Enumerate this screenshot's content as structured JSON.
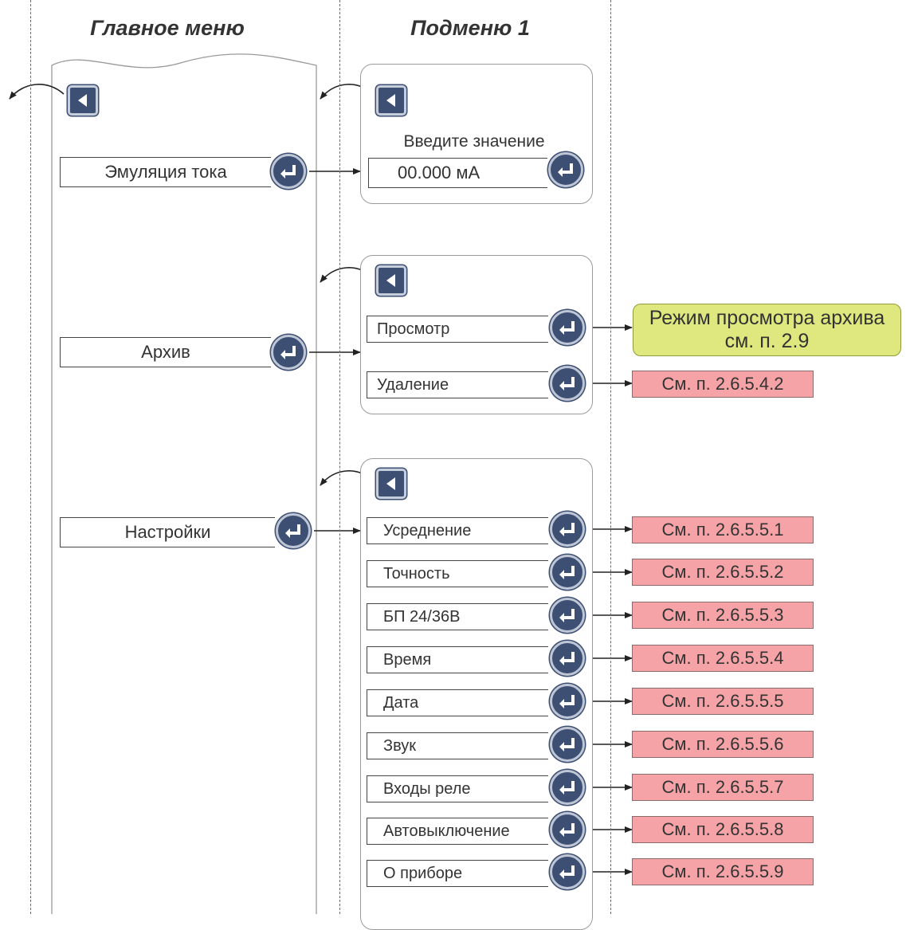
{
  "columns": {
    "main_menu_title": "Главное меню",
    "submenu_title": "Подменю 1"
  },
  "main_menu": {
    "items": [
      {
        "label": "Эмуляция тока"
      },
      {
        "label": "Архив"
      },
      {
        "label": "Настройки"
      }
    ]
  },
  "submenu_emulation": {
    "prompt": "Введите значение",
    "value": "00.000 мА"
  },
  "submenu_archive": {
    "items": [
      {
        "label": "Просмотр"
      },
      {
        "label": "Удаление"
      }
    ],
    "archive_view": {
      "line1": "Режим просмотра архива",
      "line2": "см. п. 2.9"
    },
    "delete_ref": "См. п. 2.6.5.4.2"
  },
  "submenu_settings": {
    "items": [
      {
        "label": "Усреднение",
        "ref": "См. п. 2.6.5.5.1"
      },
      {
        "label": "Точность",
        "ref": "См. п. 2.6.5.5.2"
      },
      {
        "label": "БП 24/36В",
        "ref": "См. п. 2.6.5.5.3"
      },
      {
        "label": "Время",
        "ref": "См. п. 2.6.5.5.4"
      },
      {
        "label": "Дата",
        "ref": "См. п. 2.6.5.5.5"
      },
      {
        "label": "Звук",
        "ref": "См. п. 2.6.5.5.6"
      },
      {
        "label": "Входы реле",
        "ref": "См. п. 2.6.5.5.7"
      },
      {
        "label": "Автовыключение",
        "ref": "См. п. 2.6.5.5.8"
      },
      {
        "label": "О приборе",
        "ref": "См. п. 2.6.5.5.9"
      }
    ]
  },
  "colors": {
    "button_fill": "#3d4f73",
    "reference_fill": "#f5a3a6",
    "archive_note_fill": "#dfe87f"
  },
  "icons": {
    "enter": "enter-return-icon",
    "back": "back-triangle-icon"
  }
}
